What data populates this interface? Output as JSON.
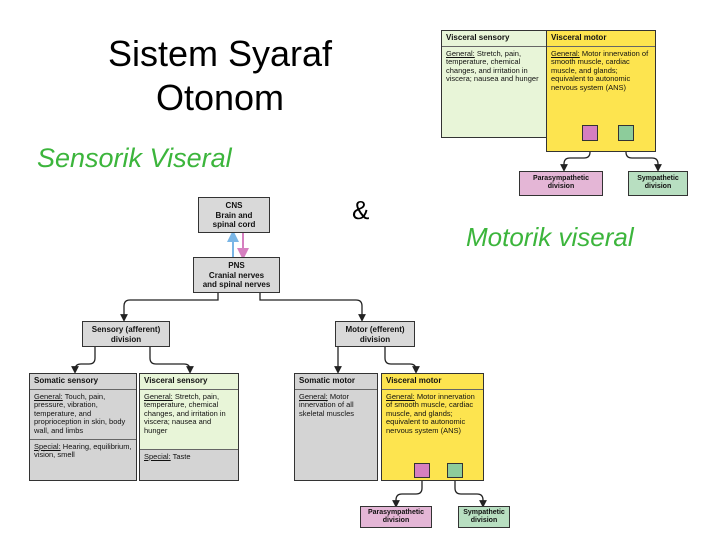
{
  "slide": {
    "title_line1": "Sistem Syaraf",
    "title_line2": "Otonom",
    "subtitle_left": "Sensorik Viseral",
    "ampersand": "&",
    "subtitle_right": "Motorik viseral"
  },
  "colors": {
    "subtitle": "#3cb53c",
    "visceral_sensory_bg": "#e8f5d8",
    "visceral_motor_bg": "#fde44f",
    "box_gray": "#d9d9d9",
    "parasympathetic": "#d67fc0",
    "sympathetic": "#8dcc9b"
  },
  "top_figure": {
    "visceral_sensory": {
      "title": "Visceral sensory",
      "general_label": "General:",
      "general_text": "Stretch, pain, temperature, chemical changes, and irritation in viscera; nausea and hunger"
    },
    "visceral_motor": {
      "title": "Visceral motor",
      "general_label": "General:",
      "general_text": "Motor innervation of smooth muscle, cardiac muscle, and glands; equivalent to autonomic nervous system (ANS)"
    },
    "parasympathetic": "Parasympathetic division",
    "sympathetic": "Sympathetic division"
  },
  "main_figure": {
    "cns": {
      "line1": "CNS",
      "line2": "Brain and",
      "line3": "spinal cord"
    },
    "pns": {
      "line1": "PNS",
      "line2": "Cranial nerves",
      "line3": "and spinal nerves"
    },
    "sensory_division": {
      "line1": "Sensory (afferent)",
      "line2": "division"
    },
    "motor_division": {
      "line1": "Motor (efferent)",
      "line2": "division"
    },
    "somatic_sensory": {
      "title": "Somatic sensory",
      "general_label": "General:",
      "general_text": "Touch, pain, pressure, vibration, temperature, and proprioception in skin, body wall, and limbs",
      "special_label": "Special:",
      "special_text": "Hearing, equilibrium, vision, smell"
    },
    "visceral_sensory": {
      "title": "Visceral sensory",
      "general_label": "General:",
      "general_text": "Stretch, pain, temperature, chemical changes, and irritation in viscera; nausea and hunger",
      "special_label": "Special:",
      "special_text": "Taste"
    },
    "somatic_motor": {
      "title": "Somatic motor",
      "general_label": "General:",
      "general_text": "Motor innervation of all skeletal muscles"
    },
    "visceral_motor": {
      "title": "Visceral motor",
      "general_label": "General:",
      "general_text": "Motor innervation of smooth muscle, cardiac muscle, and glands; equivalent to autonomic nervous system (ANS)"
    },
    "parasympathetic": "Parasympathetic division",
    "sympathetic": "Sympathetic division"
  }
}
